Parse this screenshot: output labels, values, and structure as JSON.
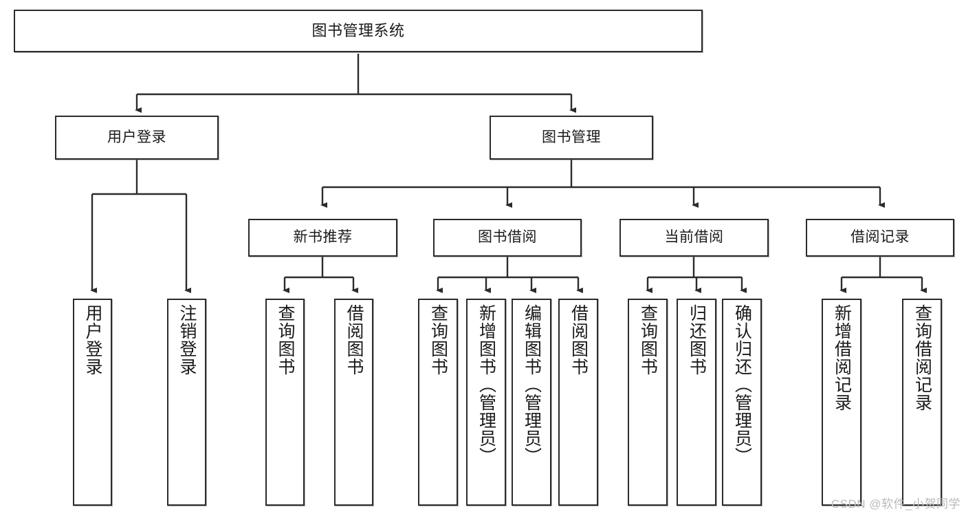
{
  "diagram": {
    "title": "图书管理系统",
    "type": "tree-hierarchy-chart",
    "watermark": "CSDN @软件_小贺同学",
    "colors": {
      "stroke": "#2b2b2b",
      "fill": "#ffffff",
      "text": "#1a1a1a",
      "watermark": "#b9b9b9"
    },
    "nodes": {
      "root": {
        "label": "图书管理系统"
      },
      "level2": [
        {
          "label": "用户登录"
        },
        {
          "label": "图书管理"
        }
      ],
      "level3": [
        {
          "label": "新书推荐"
        },
        {
          "label": "图书借阅"
        },
        {
          "label": "当前借阅"
        },
        {
          "label": "借阅记录"
        }
      ],
      "leaves": {
        "user_login": [
          {
            "label": "用户登录"
          },
          {
            "label": "注销登录"
          }
        ],
        "new_book_recommend": [
          {
            "label": "查询图书"
          },
          {
            "label": "借阅图书"
          }
        ],
        "book_borrow": [
          {
            "label": "查询图书"
          },
          {
            "label": "新增图书（管理员）"
          },
          {
            "label": "编辑图书（管理员）"
          },
          {
            "label": "借阅图书"
          }
        ],
        "current_borrow": [
          {
            "label": "查询图书"
          },
          {
            "label": "归还图书"
          },
          {
            "label": "确认归还（管理员）"
          }
        ],
        "borrow_record": [
          {
            "label": "新增借阅记录"
          },
          {
            "label": "查询借阅记录"
          }
        ]
      }
    }
  }
}
